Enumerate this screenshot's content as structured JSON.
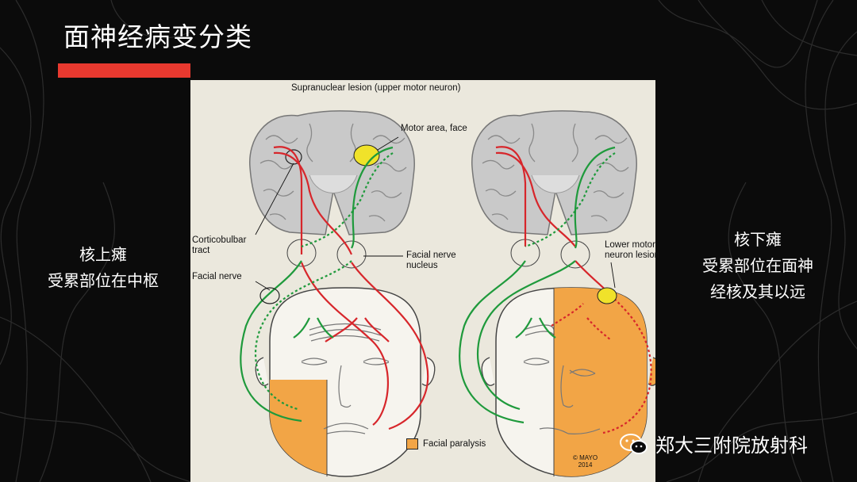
{
  "slide": {
    "title": "面神经病变分类",
    "left_note": {
      "line1": "核上瘫",
      "line2": "受累部位在中枢"
    },
    "right_note": {
      "line1": "核下瘫",
      "line2": "受累部位在面神",
      "line3": "经核及其以远"
    }
  },
  "figure": {
    "labels": {
      "supranuclear": "Supranuclear lesion (upper motor neuron)",
      "motor_area": "Motor area, face",
      "corticobulbar_1": "Corticobulbar",
      "corticobulbar_2": "tract",
      "facial_nerve": "Facial nerve",
      "facial_nucleus_1": "Facial nerve",
      "facial_nucleus_2": "nucleus",
      "lower_motor_1": "Lower motor",
      "lower_motor_2": "neuron lesion",
      "legend": "Facial paralysis",
      "copyright_1": "© MAYO",
      "copyright_2": "2014"
    },
    "colors": {
      "upper_pathway": "#d7262b",
      "lower_pathway": "#1f9a3c",
      "paralysis": "#f2a546",
      "lesion": "#f0e22a"
    }
  },
  "watermark": {
    "text": "郑大三附院放射科",
    "icon": "wechat-icon"
  }
}
